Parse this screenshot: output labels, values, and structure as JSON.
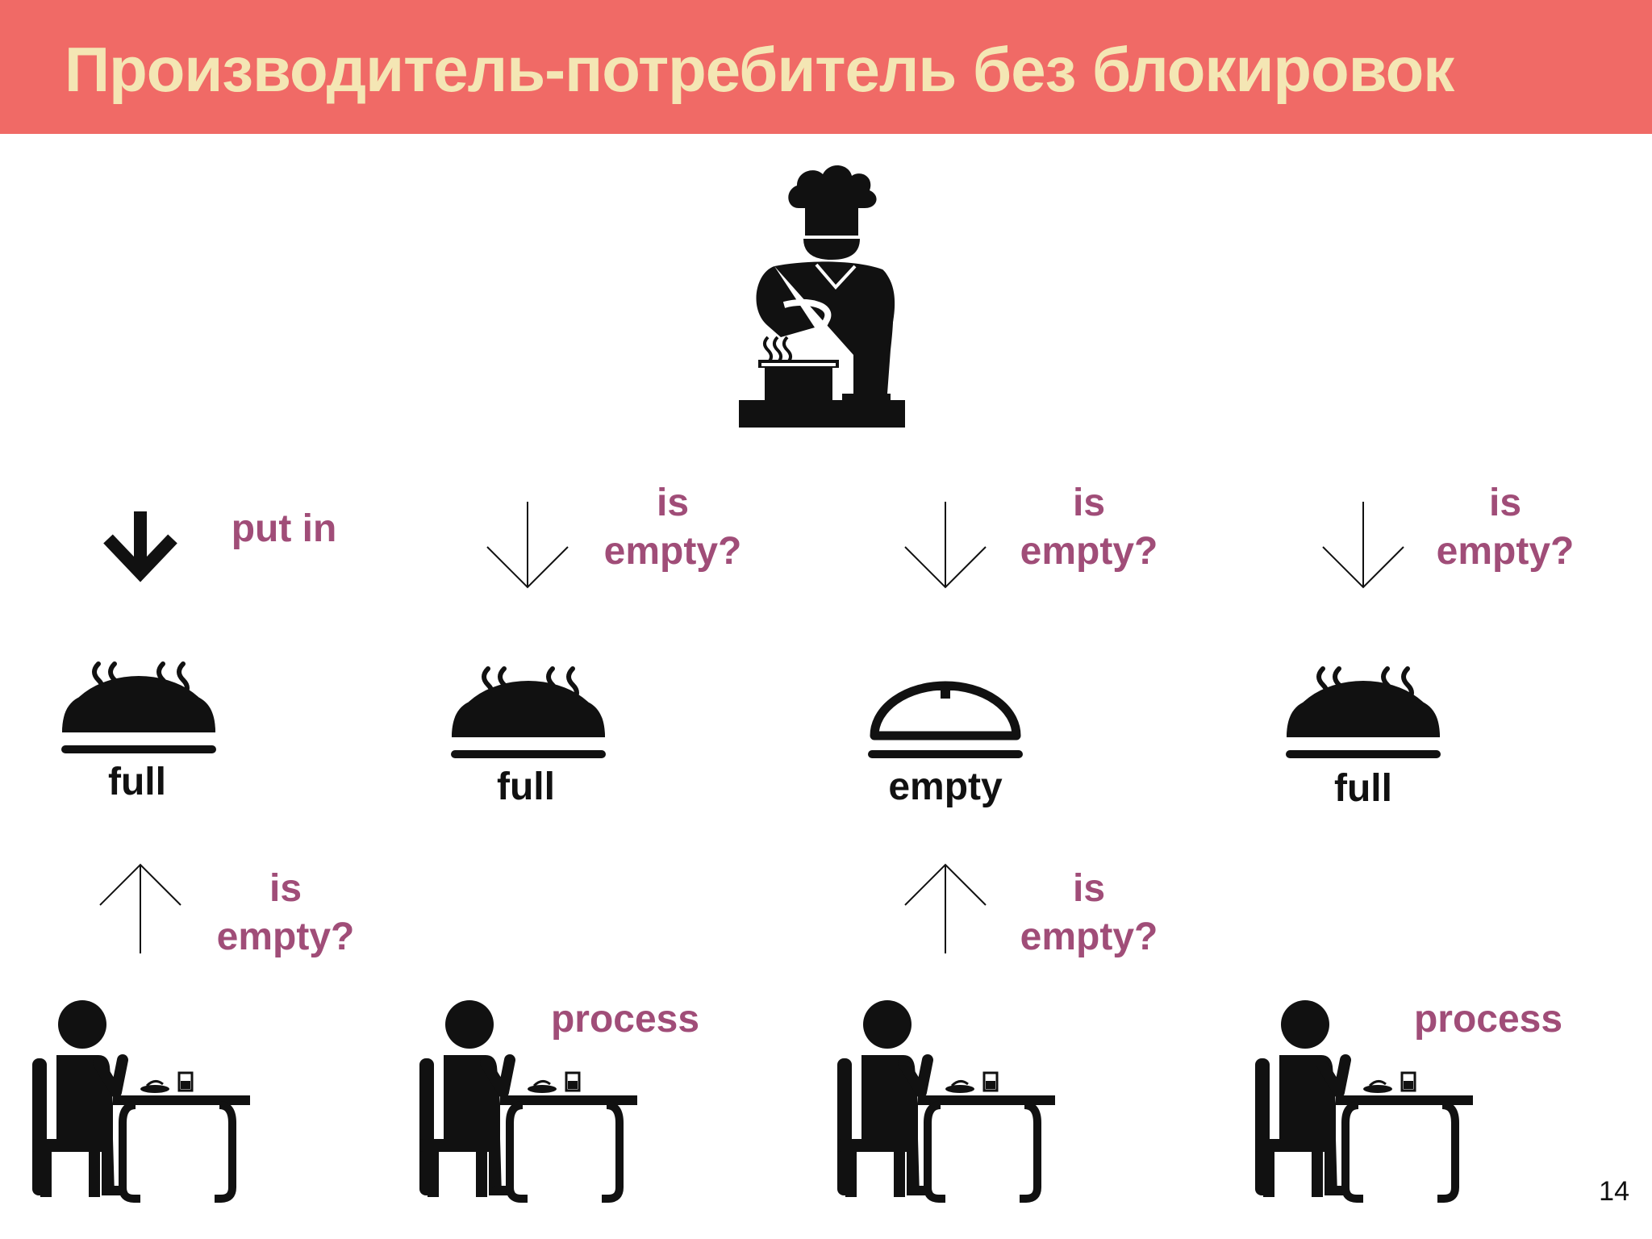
{
  "title": "Производитель-потребитель без блокировок",
  "colors": {
    "header_bg": "#f06a66",
    "title_text": "#f4e6b4",
    "label_text": "#a04d78",
    "icon": "#111111"
  },
  "producer": {
    "icon": "chef-cooking-icon"
  },
  "slots": [
    {
      "state": "full",
      "icon": "full-cloche-icon",
      "producer_label": "put in",
      "producer_arrow": "bold-down-arrow-icon"
    },
    {
      "state": "full",
      "icon": "full-cloche-icon",
      "producer_label": "is\nempty?",
      "producer_arrow": "thin-down-arrow-icon"
    },
    {
      "state": "empty",
      "icon": "empty-cloche-icon",
      "producer_label": "is\nempty?",
      "producer_arrow": "thin-down-arrow-icon"
    },
    {
      "state": "full",
      "icon": "full-cloche-icon",
      "producer_label": "is\nempty?",
      "producer_arrow": "thin-down-arrow-icon"
    }
  ],
  "consumers": [
    {
      "icon": "diner-eating-icon",
      "label": "is\nempty?",
      "arrow": "thin-up-arrow-icon"
    },
    {
      "icon": "diner-eating-icon",
      "label": "process"
    },
    {
      "icon": "diner-eating-icon",
      "label": "is\nempty?",
      "arrow": "thin-up-arrow-icon"
    },
    {
      "icon": "diner-eating-icon",
      "label": "process"
    }
  ],
  "page_number": "14"
}
